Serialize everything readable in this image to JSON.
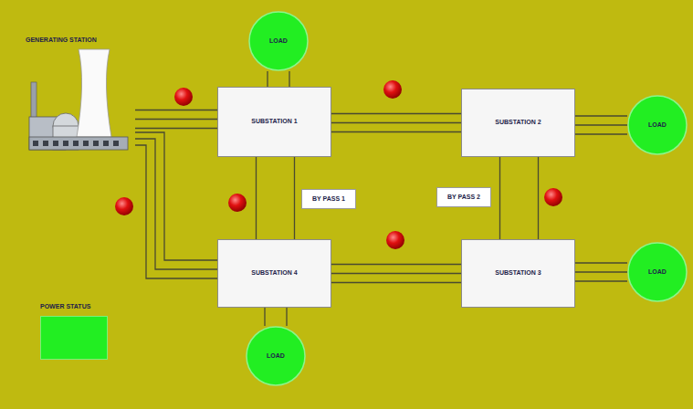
{
  "diagram": {
    "nodes": [
      {
        "text": [
          "GENERATING STATION"
        ]
      },
      {
        "text": [
          "LOAD"
        ]
      },
      {
        "text": [
          "SUBSTATION 1"
        ]
      },
      {
        "text": [
          "SUBSTATION 2"
        ]
      },
      {
        "text": [
          "LOAD"
        ]
      },
      {
        "text": [
          "BY PASS 1"
        ]
      },
      {
        "text": [
          "BY PASS 2"
        ]
      },
      {
        "text": [
          "SUBSTATION 4"
        ]
      },
      {
        "text": [
          "SUBSTATION 3"
        ]
      },
      {
        "text": [
          "LOAD"
        ]
      },
      {
        "text": [
          "LOAD"
        ]
      },
      {
        "text": [
          "POWER STATUS"
        ]
      }
    ],
    "edges": [
      {
        "from": 0,
        "to": 2,
        "arrow": "none"
      },
      {
        "from": 0,
        "to": 7,
        "arrow": "none"
      },
      {
        "from": 2,
        "to": 1,
        "arrow": "none"
      },
      {
        "from": 2,
        "to": 3,
        "arrow": "none"
      },
      {
        "from": 3,
        "to": 4,
        "arrow": "none"
      },
      {
        "from": 2,
        "to": 7,
        "arrow": "none"
      },
      {
        "from": 3,
        "to": 8,
        "arrow": "none"
      },
      {
        "from": 7,
        "to": 8,
        "arrow": "none"
      },
      {
        "from": 8,
        "to": 9,
        "arrow": "none"
      },
      {
        "from": 7,
        "to": 10,
        "arrow": "none"
      }
    ]
  }
}
